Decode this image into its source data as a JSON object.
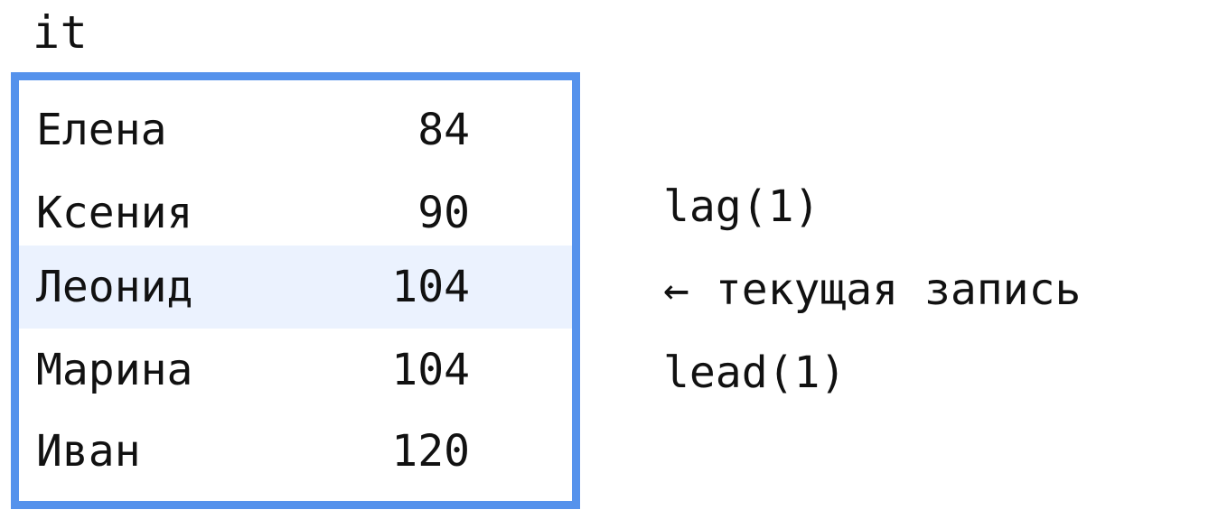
{
  "group_label": "it",
  "highlight_color": "#5592ec",
  "current_row_color": "#ebf2fe",
  "rows": [
    {
      "name": "Елена",
      "value": "84"
    },
    {
      "name": "Ксения",
      "value": "90"
    },
    {
      "name": "Леонид",
      "value": "104",
      "current": true
    },
    {
      "name": "Марина",
      "value": "104"
    },
    {
      "name": "Иван",
      "value": "120"
    }
  ],
  "annotations": {
    "lag": "lag(1)",
    "current": "← текущая запись",
    "lead": "lead(1)"
  }
}
